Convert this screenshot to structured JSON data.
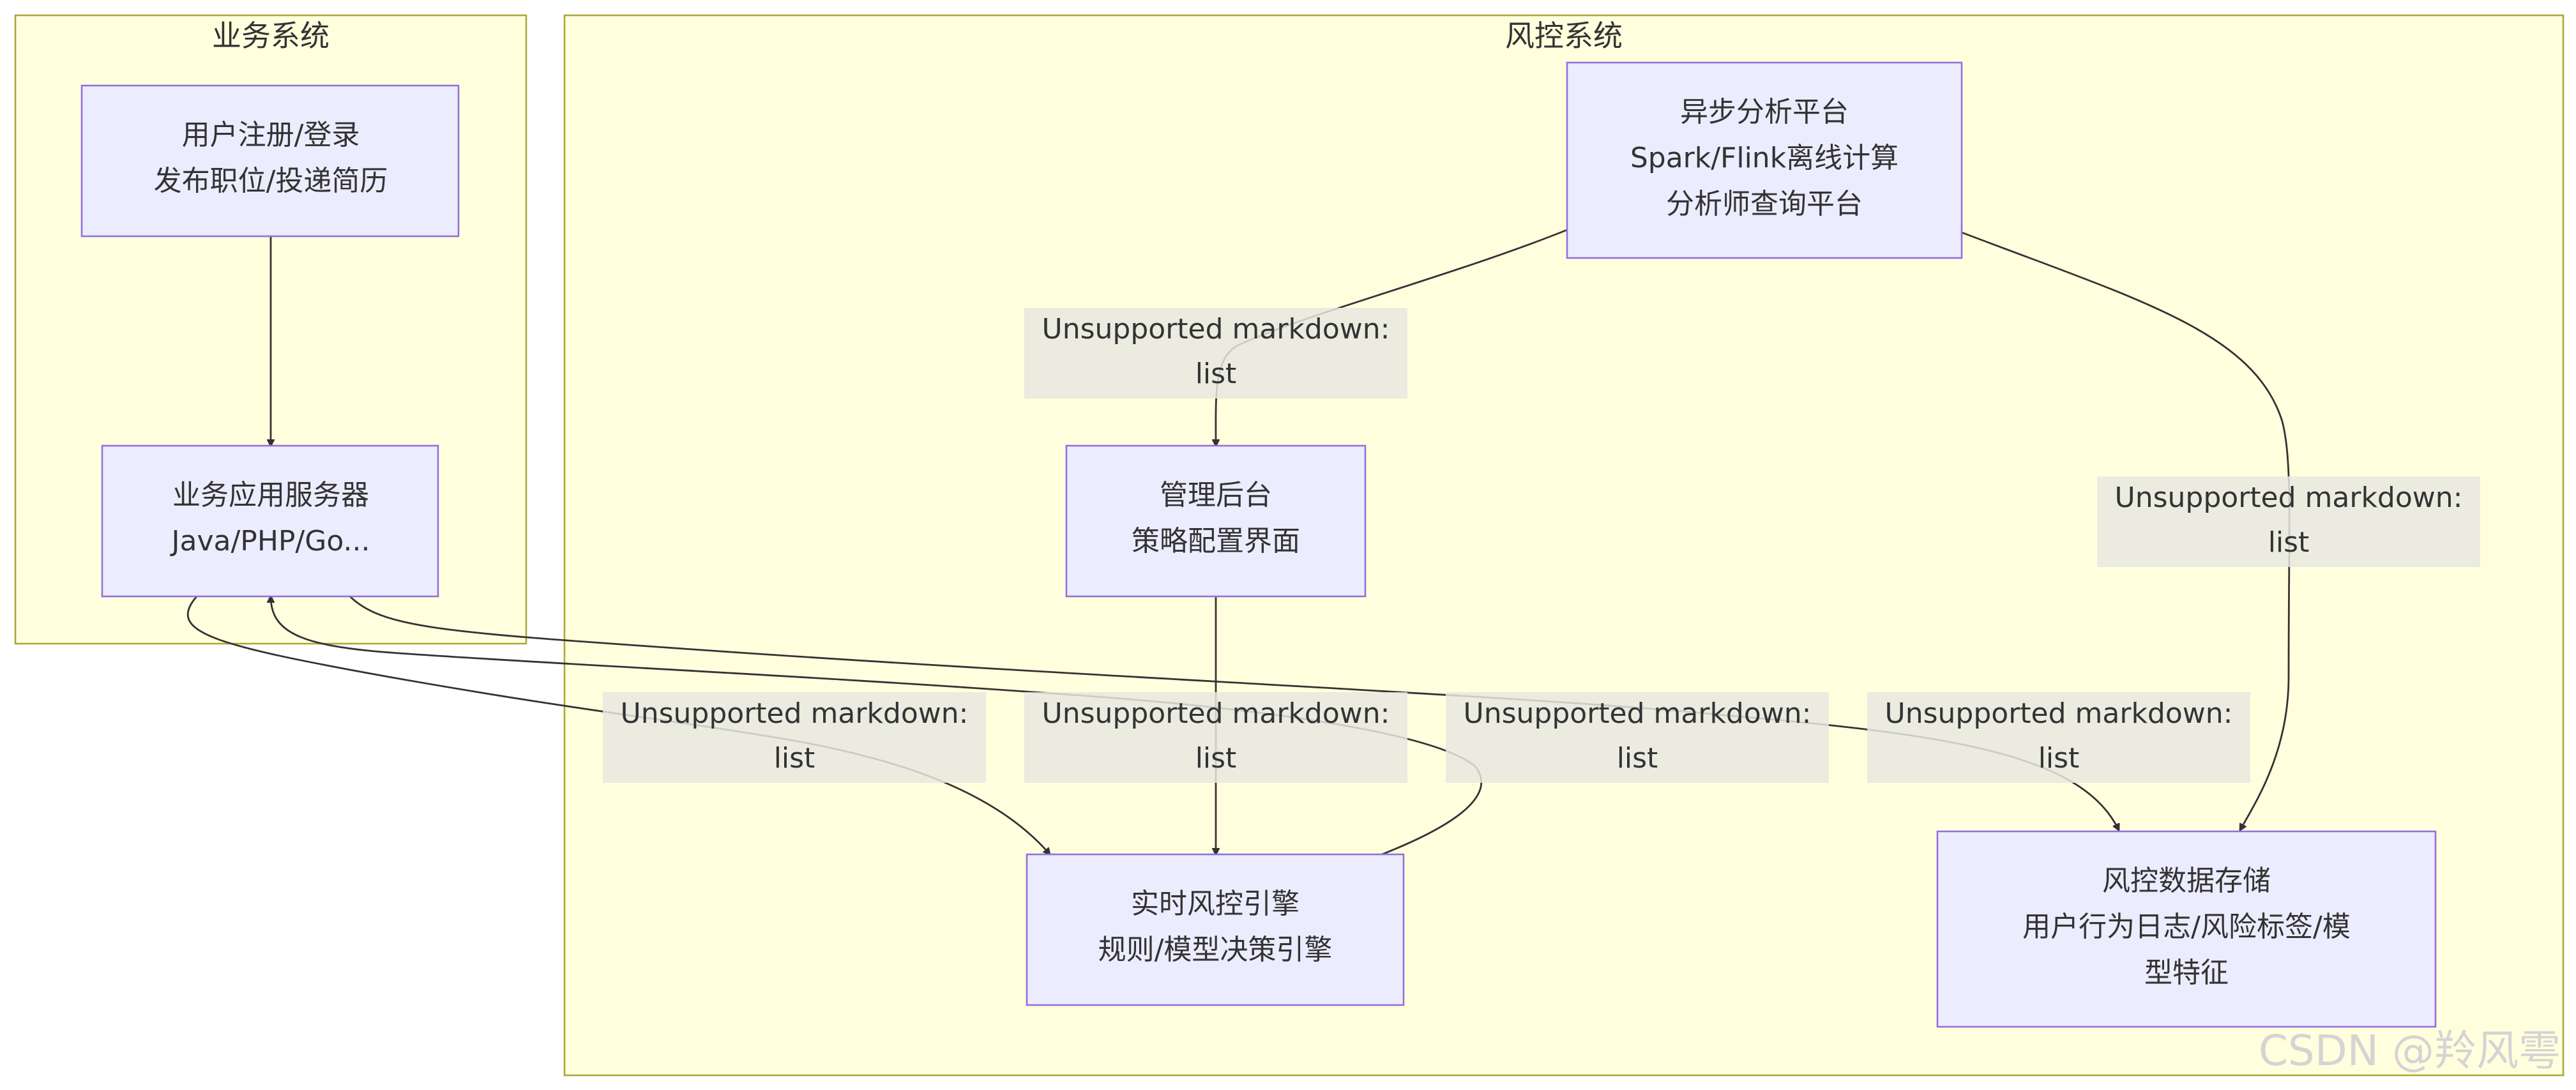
{
  "clusters": {
    "business": {
      "title": "业务系统"
    },
    "risk": {
      "title": "风控系统"
    }
  },
  "nodes": {
    "user": {
      "lines": [
        "用户注册/登录",
        "发布职位/投递简历"
      ]
    },
    "appserver": {
      "lines": [
        "业务应用服务器",
        "Java/PHP/Go..."
      ]
    },
    "async": {
      "lines": [
        "异步分析平台",
        "Spark/Flink离线计算",
        "分析师查询平台"
      ]
    },
    "admin": {
      "lines": [
        "管理后台",
        "策略配置界面"
      ]
    },
    "engine": {
      "lines": [
        "实时风控引擎",
        "规则/模型决策引擎"
      ]
    },
    "storage": {
      "lines": [
        "风控数据存储",
        "用户行为日志/风险标签/模",
        "型特征"
      ]
    }
  },
  "edge_labels": {
    "async_admin": [
      "Unsupported markdown:",
      "list"
    ],
    "async_storage": [
      "Unsupported markdown:",
      "list"
    ],
    "app_engine": [
      "Unsupported markdown:",
      "list"
    ],
    "admin_engine": [
      "Unsupported markdown:",
      "list"
    ],
    "engine_app": [
      "Unsupported markdown:",
      "list"
    ],
    "app_storage": [
      "Unsupported markdown:",
      "list"
    ]
  },
  "watermark": "CSDN @羚风雩",
  "colors": {
    "cluster_fill": "#ffffde",
    "cluster_stroke": "#aaaa33",
    "node_fill": "#ececff",
    "node_stroke": "#9370db",
    "edge": "#333333",
    "label_bg": "#e8e8e0"
  }
}
